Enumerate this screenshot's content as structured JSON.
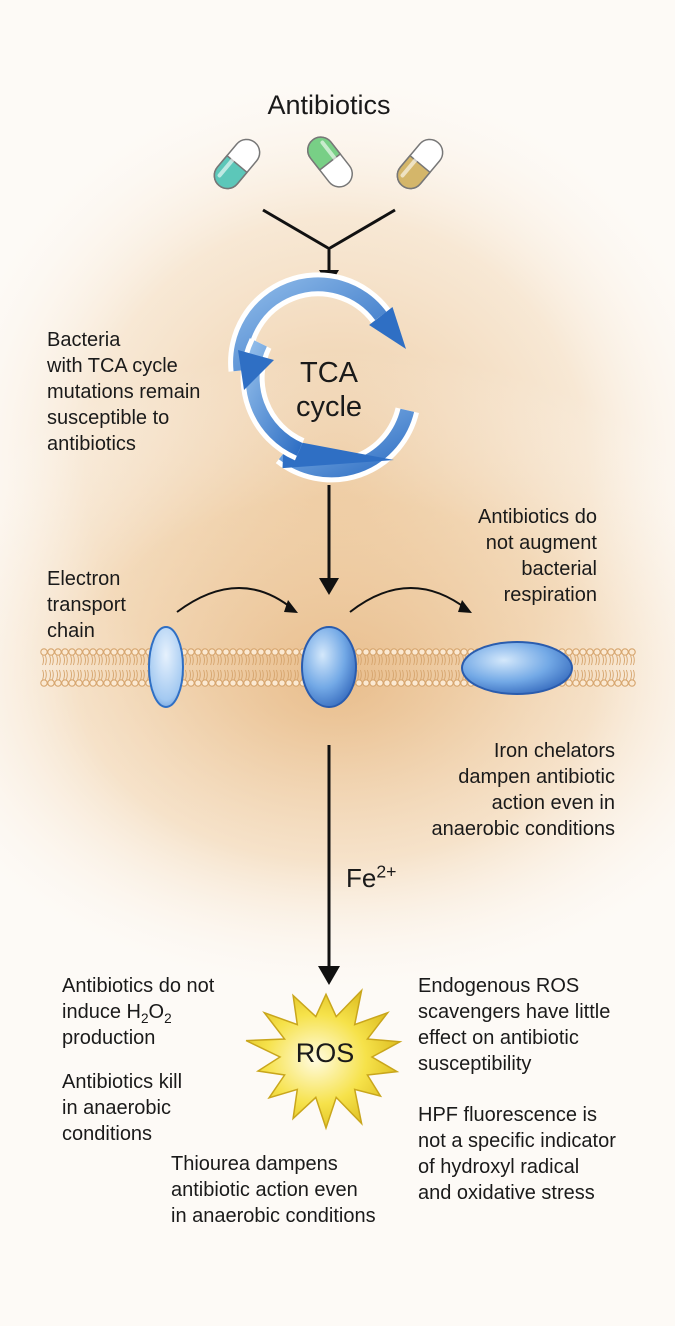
{
  "title": "Antibiotics",
  "tca": {
    "line1": "TCA",
    "line2": "cycle"
  },
  "ros_label": "ROS",
  "fe": {
    "base": "Fe",
    "sup": "2+"
  },
  "notes": {
    "tca_mutations": [
      "Bacteria",
      "with TCA cycle",
      "mutations remain",
      "susceptible to",
      "antibiotics"
    ],
    "etc": [
      "Electron",
      "transport",
      "chain"
    ],
    "respiration": [
      "Antibiotics do",
      "not augment",
      "bacterial",
      "respiration"
    ],
    "iron": [
      "Iron chelators",
      "dampen antibiotic",
      "action even in",
      "anaerobic conditions"
    ],
    "h2o2": {
      "line1": "Antibiotics do not",
      "pre": "induce H",
      "sub1": "2",
      "mid": "O",
      "sub2": "2",
      "line3": "production"
    },
    "kill": [
      "Antibiotics kill",
      "in anaerobic",
      "conditions"
    ],
    "thiourea": [
      "Thiourea dampens",
      "antibiotic action even",
      "in anaerobic conditions"
    ],
    "scavengers": [
      "Endogenous ROS",
      "scavengers have little",
      "effect on antibiotic",
      "susceptibility"
    ],
    "hpf": [
      "HPF fluorescence is",
      "not a specific indicator",
      "of hydroxyl radical",
      "and oxidative stress"
    ]
  },
  "colors": {
    "glow": "#f0d2a8",
    "membrane": "#d6a56e",
    "protein": "#5d96db",
    "capsule_teal": "#5cc7b9",
    "capsule_green": "#78cf86",
    "capsule_gold": "#d4b66a",
    "tca_arrow": "#2f6fc4",
    "ros_star": "#f3d92d"
  },
  "icons": [
    "capsule-teal-icon",
    "capsule-green-icon",
    "capsule-gold-icon",
    "tca-cycle-icon",
    "ros-star-icon"
  ]
}
